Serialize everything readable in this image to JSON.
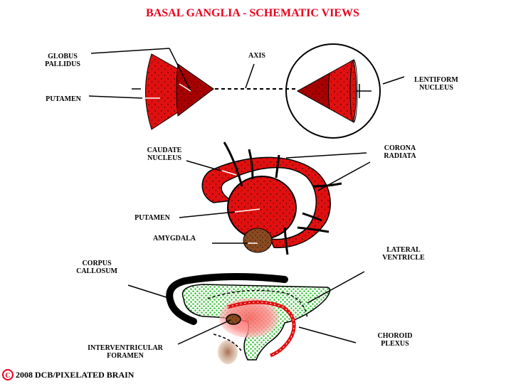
{
  "title": "BASAL GANGLIA - SCHEMATIC VIEWS",
  "colors": {
    "title": "#e8001c",
    "red": "#e01010",
    "dark_red": "#a80000",
    "green": "#7dd35a",
    "brown": "#8a4a20",
    "light_brown": "#b08060",
    "pink": "#ff9a9a"
  },
  "top_view": {
    "globus_pallidus_line1": "GLOBUS",
    "globus_pallidus_line2": "PALLIDUS",
    "putamen": "PUTAMEN",
    "axis": "AXIS",
    "lentiform_line1": "LENTIFORM",
    "lentiform_line2": "NUCLEUS"
  },
  "middle_view": {
    "caudate_line1": "CAUDATE",
    "caudate_line2": "NUCLEUS",
    "corona_line1": "CORONA",
    "corona_line2": "RADIATA",
    "putamen": "PUTAMEN",
    "amygdala": "AMYGDALA"
  },
  "bottom_view": {
    "corpus_line1": "CORPUS",
    "corpus_line2": "CALLOSUM",
    "lateral_line1": "LATERAL",
    "lateral_line2": "VENTRICLE",
    "interventricular_line1": "INTERVENTRICULAR",
    "interventricular_line2": "FORAMEN",
    "choroid_line1": "CHOROID",
    "choroid_line2": "PLEXUS"
  },
  "copyright": {
    "symbol": "C",
    "text": "2008  DCB/PIXELATED BRAIN"
  }
}
